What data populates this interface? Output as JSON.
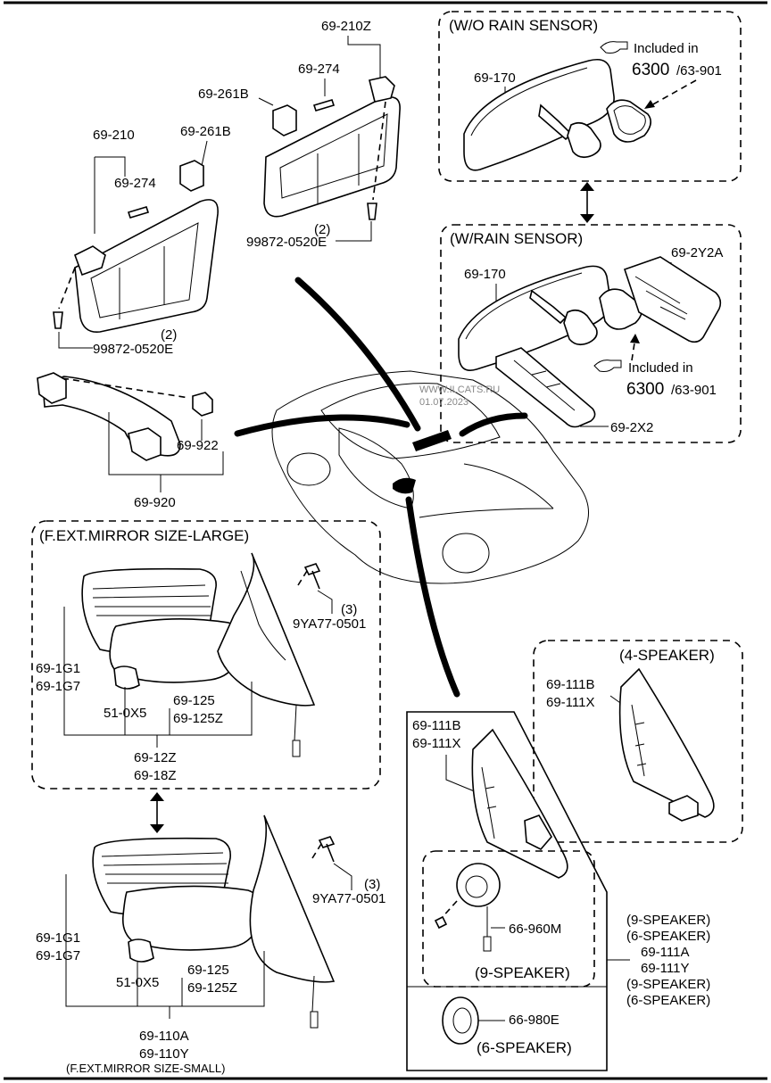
{
  "watermark": {
    "site": "WWW.ILCATS.RU",
    "date": "01.07.2023"
  },
  "boxes": {
    "wo_rain": "(W/O RAIN SENSOR)",
    "w_rain": "(W/RAIN SENSOR)",
    "mirror_large": "(F.EXT.MIRROR SIZE-LARGE)",
    "mirror_small": "(F.EXT.MIRROR SIZE-SMALL)",
    "four_speaker": "(4-SPEAKER)",
    "nine_speaker": "(9-SPEAKER)",
    "six_speaker": "(6-SPEAKER)"
  },
  "included": {
    "text": "Included in",
    "num": "6300",
    "sub": "/63-901"
  },
  "sunvisor_left": {
    "p1": "69-210",
    "p2": "69-274",
    "p3": "69-261B",
    "screw": "99872-0520E",
    "qty": "(2)"
  },
  "sunvisor_right": {
    "p1": "69-210Z",
    "p2": "69-274",
    "p3": "69-261B",
    "screw": "99872-0520E",
    "qty": "(2)"
  },
  "assist": {
    "p1": "69-922",
    "p2": "69-920"
  },
  "room_mirror_wo": {
    "p1": "69-170"
  },
  "room_mirror_w": {
    "p1": "69-170",
    "p2": "69-2Y2A",
    "p3": "69-2X2"
  },
  "mirror_large_parts": {
    "a": "69-1G1",
    "b": "69-1G7",
    "c": "51-0X5",
    "d": "69-125",
    "e": "69-125Z",
    "f": "69-12Z",
    "g": "69-18Z",
    "bolt": "9YA77-0501",
    "qty": "(3)"
  },
  "mirror_small_parts": {
    "a": "69-1G1",
    "b": "69-1G7",
    "c": "51-0X5",
    "d": "69-125",
    "e": "69-125Z",
    "f": "69-110A",
    "g": "69-110Y",
    "bolt": "9YA77-0501",
    "qty": "(3)"
  },
  "speaker4": {
    "a": "69-111B",
    "b": "69-111X"
  },
  "speaker_main": {
    "a": "69-111B",
    "b": "69-111X",
    "c": "66-960M",
    "d": "66-980E"
  },
  "speaker_notes": [
    "(9-SPEAKER)",
    "(6-SPEAKER)",
    "69-111A",
    "69-111Y",
    "(9-SPEAKER)",
    "(6-SPEAKER)"
  ]
}
